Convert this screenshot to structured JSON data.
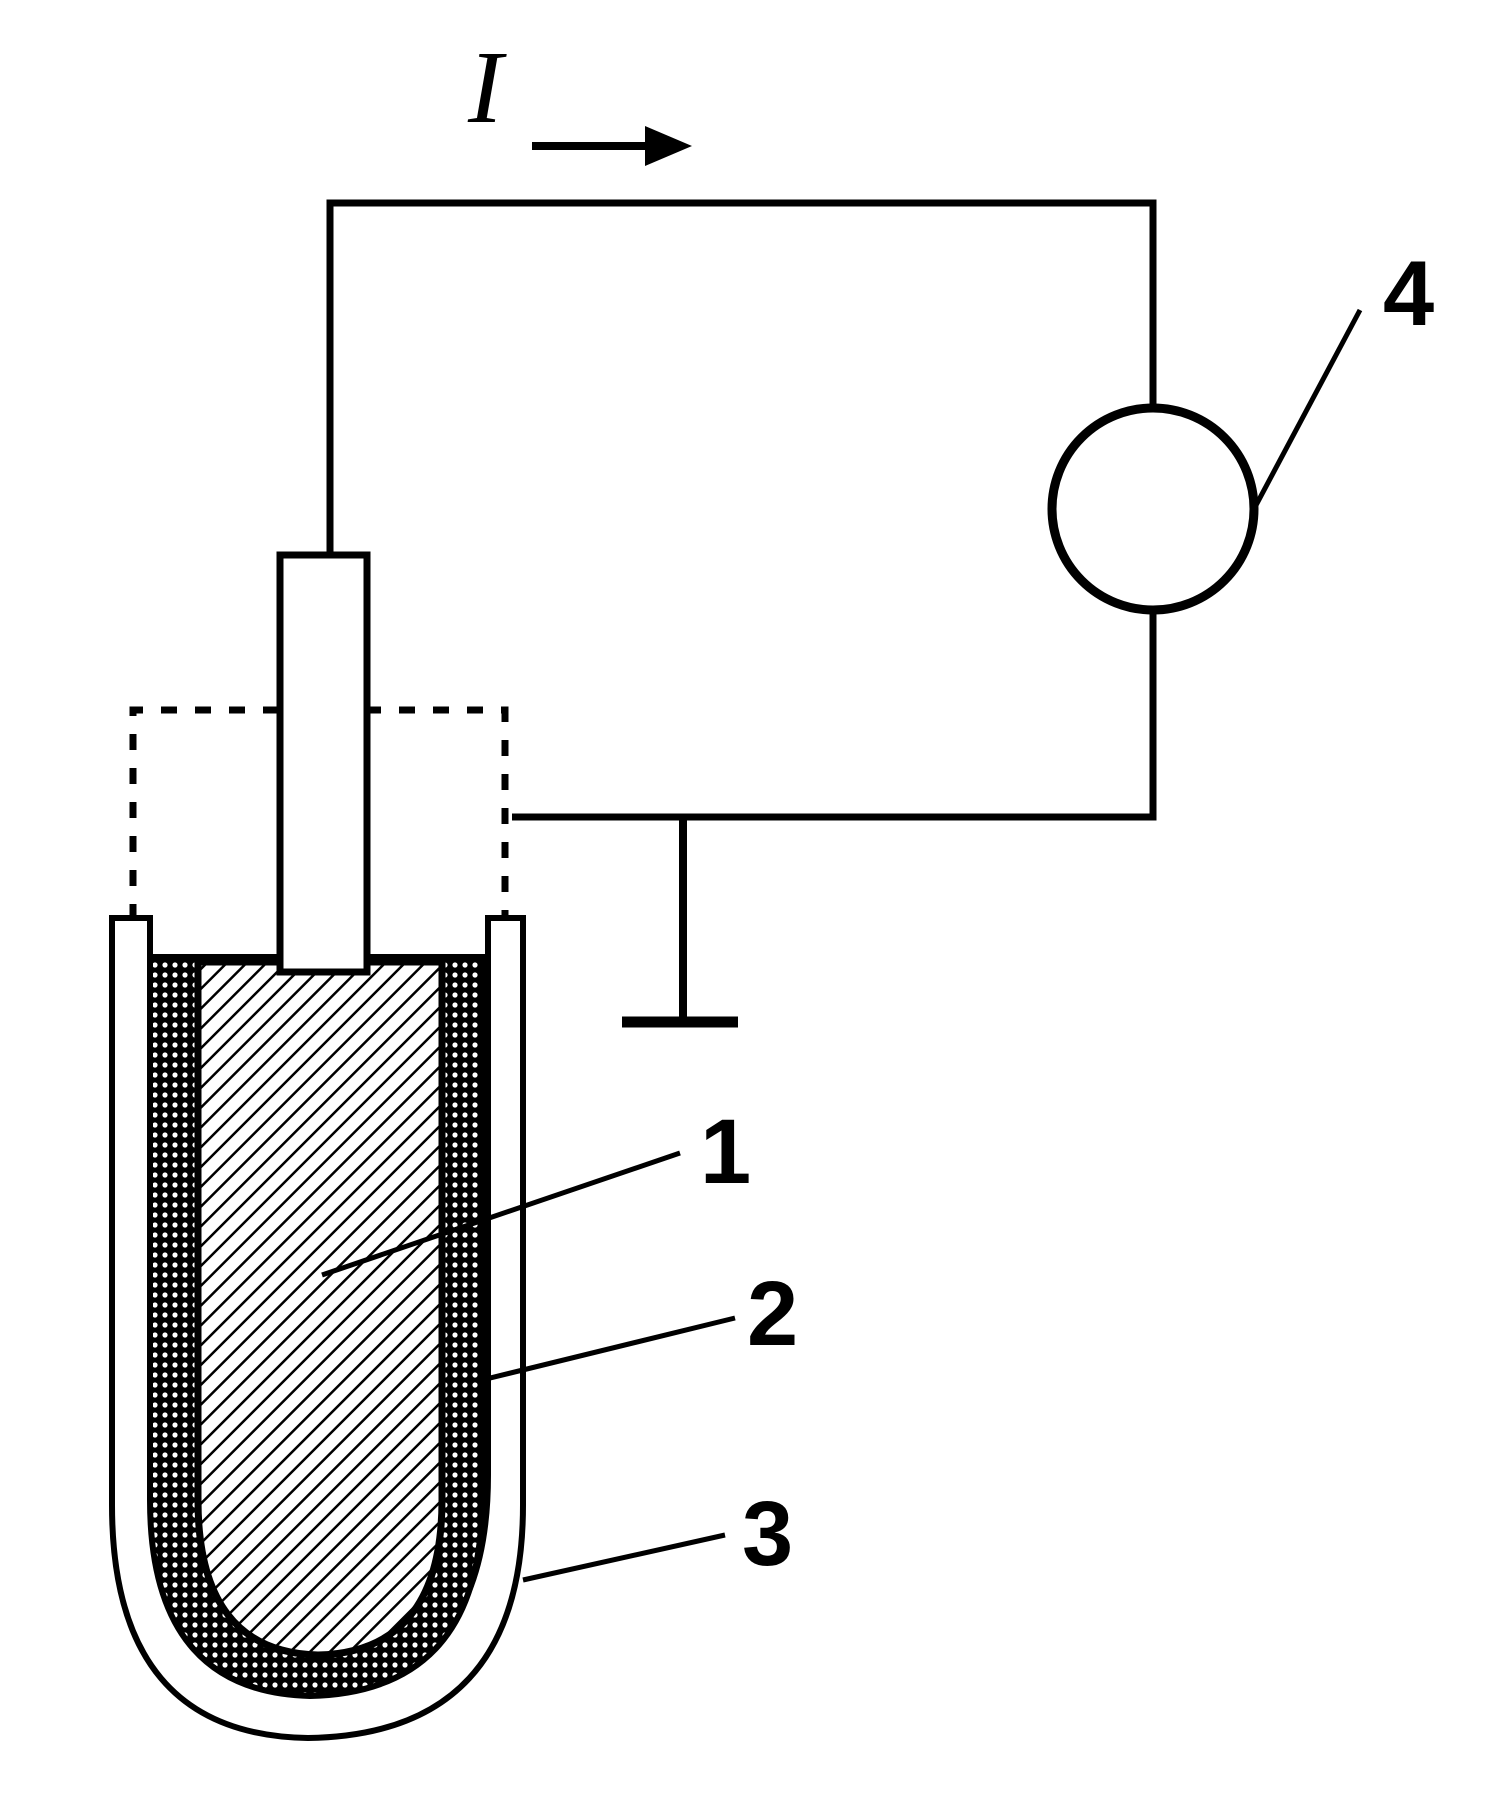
{
  "labels": {
    "current": "I",
    "part_1": "1",
    "part_2": "2",
    "part_3": "3",
    "part_4": "4"
  },
  "colors": {
    "ink": "#000000",
    "paper": "#ffffff"
  }
}
